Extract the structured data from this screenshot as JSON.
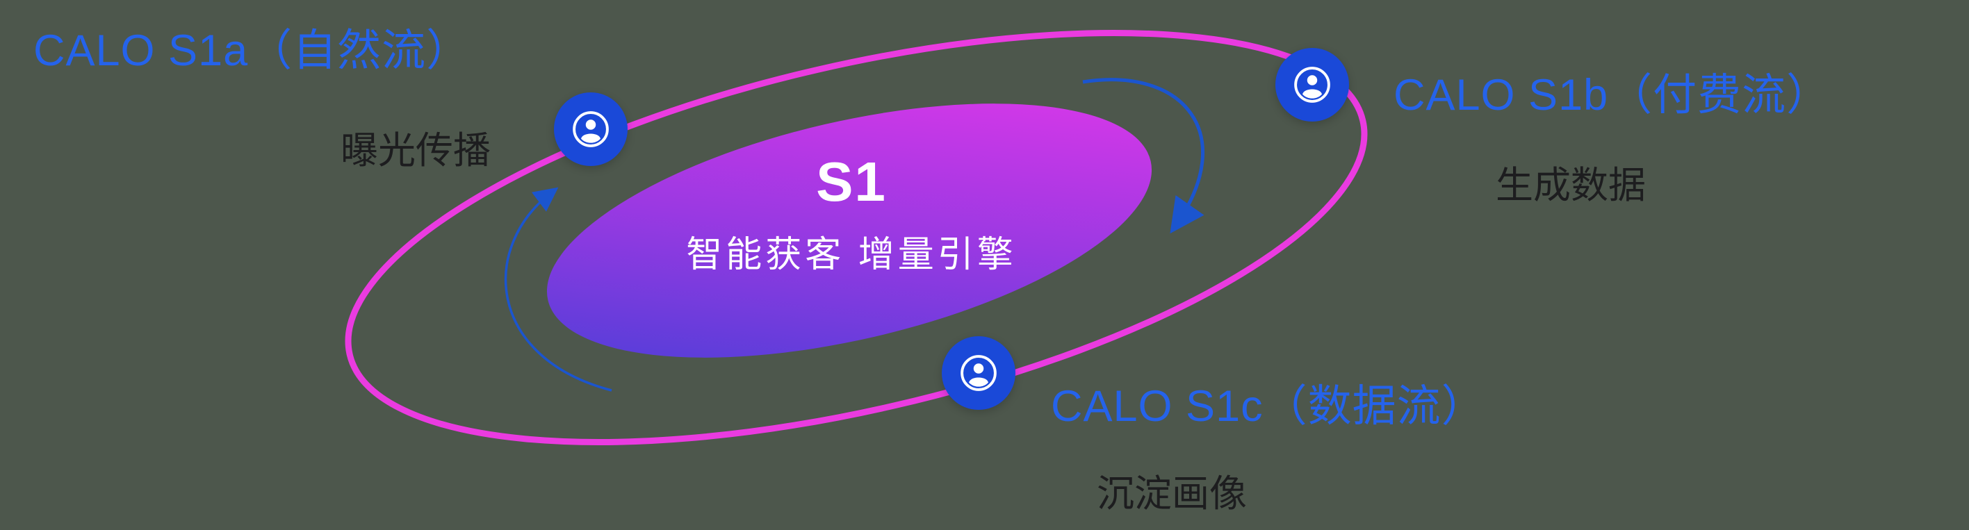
{
  "center": {
    "title": "S1",
    "subtitle": "智能获客  增量引擎"
  },
  "labels": {
    "s1a": {
      "title": "CALO S1a（自然流）",
      "subtitle": "曝光传播"
    },
    "s1b": {
      "title": "CALO S1b（付费流）",
      "subtitle": "生成数据"
    },
    "s1c": {
      "title": "CALO S1c（数据流）",
      "subtitle": "沉淀画像"
    }
  },
  "icons": {
    "node_icon": "person-icon",
    "arrow_right": "curved-arrow-down",
    "arrow_left": "curved-arrow-up"
  },
  "colors": {
    "background": "#4d574c",
    "label_blue": "#2563eb",
    "label_dark": "#1d1d1f",
    "orbit_stroke": "#ea3be0",
    "node_fill": "#1a49d8",
    "arrow_blue": "#1b55cf",
    "core_gradient_start": "#433fd6",
    "core_gradient_mid": "#9a39e2",
    "core_gradient_end": "#e637ea",
    "center_text": "#ffffff"
  }
}
